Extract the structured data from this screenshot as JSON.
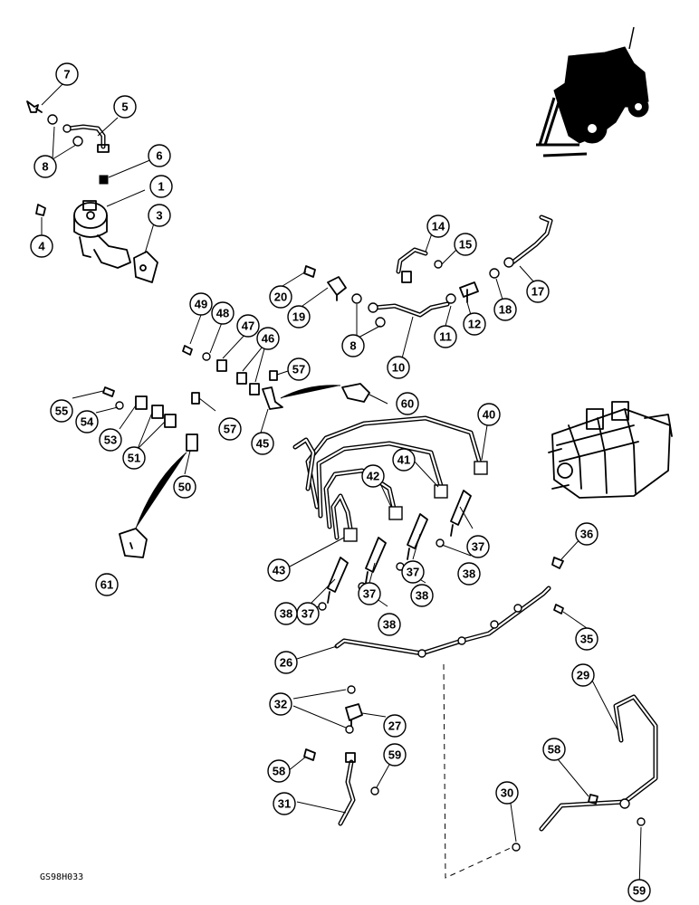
{
  "figure_code": "GS98H033",
  "callout_numbers": [
    "1",
    "3",
    "4",
    "5",
    "6",
    "7",
    "8",
    "10",
    "11",
    "12",
    "14",
    "15",
    "17",
    "18",
    "19",
    "20",
    "26",
    "27",
    "29",
    "30",
    "31",
    "32",
    "35",
    "36",
    "37",
    "38",
    "40",
    "41",
    "42",
    "43",
    "45",
    "46",
    "47",
    "48",
    "49",
    "50",
    "51",
    "53",
    "54",
    "55",
    "57",
    "58",
    "59",
    "60",
    "61"
  ]
}
